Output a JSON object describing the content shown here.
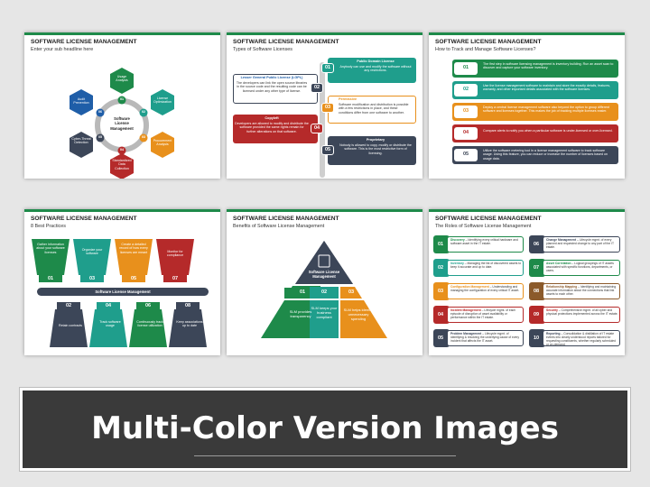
{
  "colors": {
    "green": "#1e8a4a",
    "teal": "#1f9e8c",
    "orange": "#e8901c",
    "red": "#b52a2a",
    "navy": "#3c4658",
    "blue": "#1f5ea8",
    "purple": "#7a3f8e",
    "brown": "#8b5a2b",
    "dark": "#3a3a3a"
  },
  "banner": {
    "text": "Multi-Color Version Images"
  },
  "s1": {
    "title": "SOFTWARE LICENSE MANAGEMENT",
    "subtitle": "Enter your sub headline here",
    "center": "Software License Management",
    "nodes": [
      {
        "n": "01",
        "label": "Usage Analysis"
      },
      {
        "n": "02",
        "label": "License Optimization"
      },
      {
        "n": "03",
        "label": "Procurement Analysis"
      },
      {
        "n": "04",
        "label": "Standardized Data Collection"
      },
      {
        "n": "05",
        "label": "Cyber-Threat Detection"
      },
      {
        "n": "06",
        "label": "Audit Prevention"
      }
    ]
  },
  "s2": {
    "title": "SOFTWARE LICENSE MANAGEMENT",
    "subtitle": "Types of Software Licenses",
    "items": [
      {
        "n": "01",
        "head": "Public Domain License",
        "text": "Anybody can use and modify the software without any restrictions."
      },
      {
        "n": "02",
        "head": "Lesser General Public License (LGPL)",
        "text": "The developers can link the open source libraries in the source code and the resulting code can be licensed under any other type of license."
      },
      {
        "n": "03",
        "head": "Permissive",
        "text": "Software modification and distribution is possible with a few restrictions in place, and these conditions differ from one software to another."
      },
      {
        "n": "04",
        "head": "Copyleft",
        "text": "Developers are allowed to modify and distribute the software provided the same rights remain for further alterations on that software."
      },
      {
        "n": "05",
        "head": "Proprietary",
        "text": "Nobody is allowed to copy, modify or distribute the software. This is the most restrictive form of licensing."
      }
    ]
  },
  "s3": {
    "title": "SOFTWARE LICENSE MANAGEMENT",
    "subtitle": "How to Track and Manage Software Licenses?",
    "items": [
      {
        "n": "01",
        "text": "The first step in software licensing management is inventory building. Run an asset scan to discover and capture your software inventory."
      },
      {
        "n": "02",
        "text": "Use the license management software to maintain and store the exactly details, features, warranty, and other important details associated with the software licenses."
      },
      {
        "n": "03",
        "text": "Deploy a central license management software also beyond the option to group different software and licenses together. This makes the job of tracking multiple licenses easier."
      },
      {
        "n": "04",
        "text": "Compare alerts to notify you when a particular software is under-licensed or over-licensed."
      },
      {
        "n": "05",
        "text": "Utilize the software metering tool in a license management software to track software usage. Using this feature, you can reduce or increase the number of licenses based on usage data."
      }
    ]
  },
  "s4": {
    "title": "SOFTWARE LICENSE MANAGEMENT",
    "subtitle": "8 Best Practices",
    "bar": "Software License Management",
    "top": [
      {
        "n": "01",
        "text": "Gather information about your software licenses"
      },
      {
        "n": "03",
        "text": "Organize your software"
      },
      {
        "n": "05",
        "text": "Create a detailed record of how every licenses are meant"
      },
      {
        "n": "07",
        "text": "Monitor for compliance"
      }
    ],
    "bottom": [
      {
        "n": "02",
        "text": "Retain contracts"
      },
      {
        "n": "04",
        "text": "Track software usage"
      },
      {
        "n": "06",
        "text": "Continuously track license utilization"
      },
      {
        "n": "08",
        "text": "Keep associations up to date"
      }
    ]
  },
  "s5": {
    "title": "SOFTWARE LICENSE MANAGEMENT",
    "subtitle": "Benefits of Software License Management",
    "top": "Software License Management",
    "items": [
      {
        "n": "01",
        "text": "SLM provides transparency"
      },
      {
        "n": "02",
        "text": "SLM keeps your business compliant"
      },
      {
        "n": "03",
        "text": "SLM helps identify unnecessary spending"
      }
    ]
  },
  "s6": {
    "title": "SOFTWARE LICENSE MANAGEMENT",
    "subtitle": "The Roles of Software License Management",
    "left": [
      {
        "n": "01",
        "head": "Discovery",
        "text": " – Identifying every critical hardware and software asset in the IT estate."
      },
      {
        "n": "02",
        "head": "Inventory",
        "text": " – Managing the list of discovered assets to keep it accurate and up to date."
      },
      {
        "n": "03",
        "head": "Configuration Management",
        "text": " – Understanding and managing the configuration of every critical IT asset."
      },
      {
        "n": "04",
        "head": "Incident Management",
        "text": " – Lifecycle mgmt. of each episode of disruption of asset availability or performance within the IT estate."
      },
      {
        "n": "05",
        "head": "Problem Management",
        "text": " – Lifecycle mgmt. of identifying & resolving the underlying cause of every incident that affects the IT asset."
      }
    ],
    "right": [
      {
        "n": "06",
        "head": "Change Management",
        "text": " – Lifecycle mgmt. of every planned and requested change to any part of the IT estate."
      },
      {
        "n": "07",
        "head": "Asset Correlation",
        "text": " – Logical groupings of IT assets associated with specific functions, departments, or users."
      },
      {
        "n": "08",
        "head": "Relationship Mapping",
        "text": " – Identifying and maintaining accurate information about the connections that link assets to each other."
      },
      {
        "n": "09",
        "head": "Security",
        "text": " – Comprehensive mgmt. of all cyber and physical protections implemented across the IT estate."
      },
      {
        "n": "10",
        "head": "Reporting",
        "text": " – Consolidation & distillation of IT estate events into clearly understood reports tailored for requesting constituents, whether regularly scheduled or on-demand."
      }
    ]
  }
}
